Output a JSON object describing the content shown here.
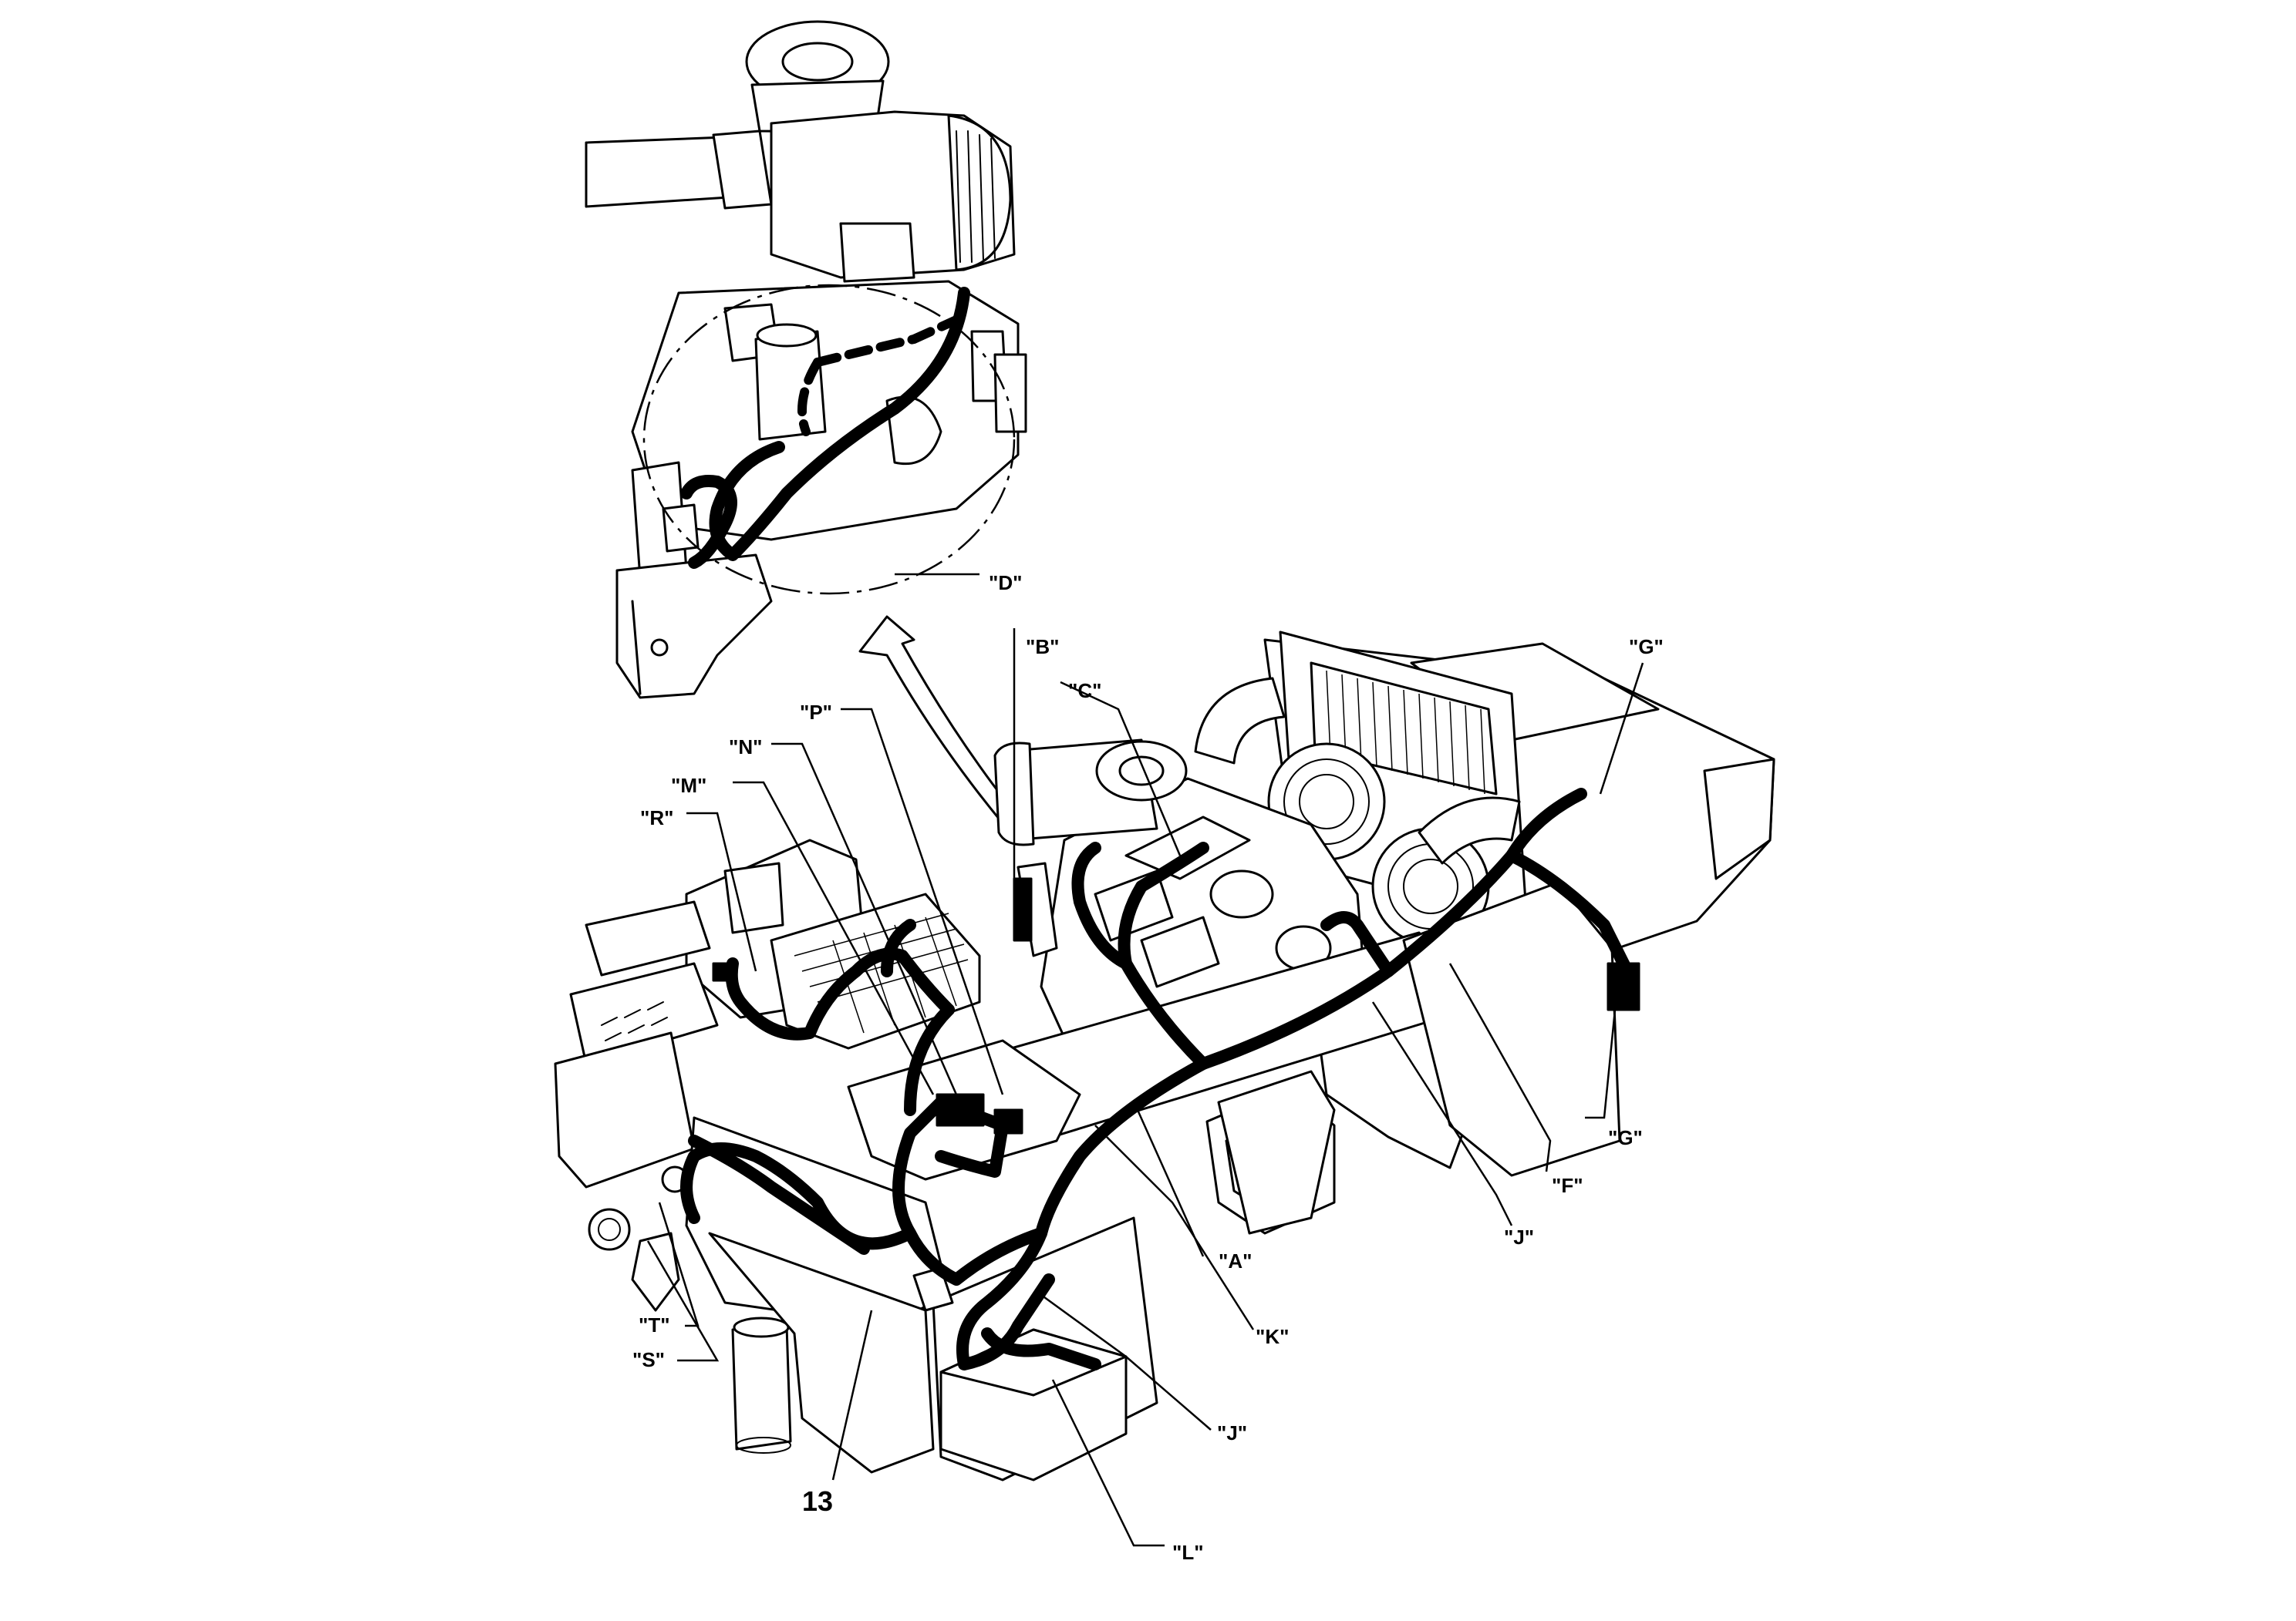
{
  "callouts": {
    "D": "\"D\"",
    "B": "\"B\"",
    "C": "\"C\"",
    "P": "\"P\"",
    "N": "\"N\"",
    "M": "\"M\"",
    "R": "\"R\"",
    "G_top": "\"G\"",
    "G_bottom": "\"G\"",
    "F": "\"F\"",
    "J_right": "\"J\"",
    "A": "\"A\"",
    "K": "\"K\"",
    "J_bottom": "\"J\"",
    "L": "\"L\"",
    "T": "\"T\"",
    "S": "\"S\"",
    "item_number": "13"
  }
}
